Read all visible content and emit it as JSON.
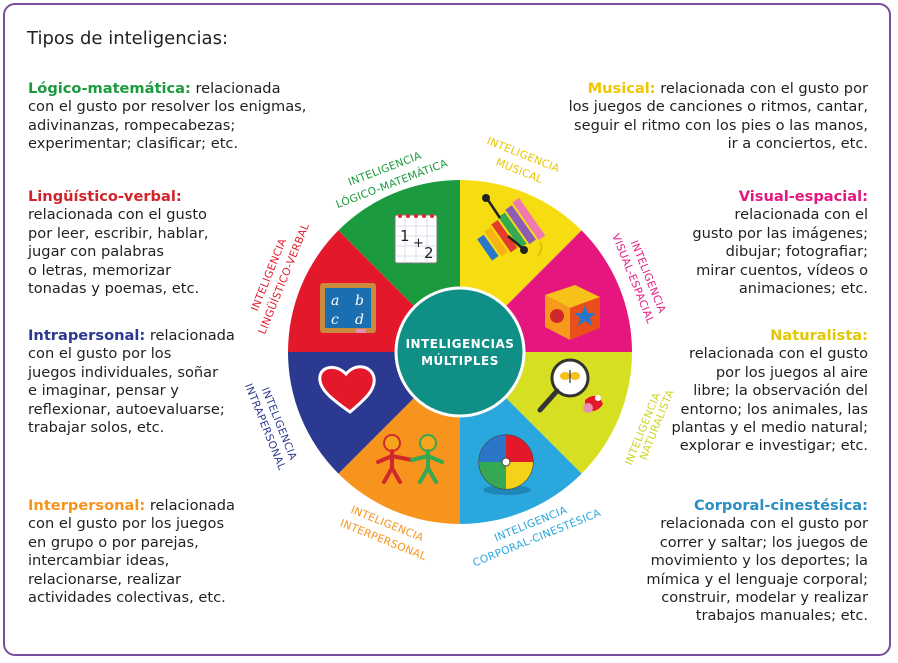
{
  "title": "Tipos de inteligencias:",
  "center": {
    "line1": "INTELIGENCIAS",
    "line2": "MÚLTIPLES"
  },
  "colors": {
    "logico": "#1b9a3e",
    "musical": "#f6dd12",
    "visual": "#e5177f",
    "naturalista": "#d7df23",
    "corporal": "#2aa8de",
    "interpersonal": "#f7941d",
    "intrapersonal": "#2b3990",
    "linguistico": "#e3192b",
    "center": "#0f8f86",
    "frame": "#7a4c9c"
  },
  "wheel_labels": {
    "logico": {
      "l1": "INTELIGENCIA",
      "l2": "LÓGICO-MATEMÁTICA"
    },
    "musical": {
      "l1": "INTELIGENCIA",
      "l2": "MUSICAL"
    },
    "visual": {
      "l1": "INTELIGENCIA",
      "l2": "VISUAL-ESPACIAL"
    },
    "naturalista": {
      "l1": "INTELIGENCIA",
      "l2": "NATURALISTA"
    },
    "corporal": {
      "l1": "INTELIGENCIA",
      "l2": "CORPORAL-CINESTÉSICA"
    },
    "interpersonal": {
      "l1": "INTELIGENCIA",
      "l2": "INTERPERSONAL"
    },
    "intrapersonal": {
      "l1": "INTELIGENCIA",
      "l2": "INTRAPERSONAL"
    },
    "linguistico": {
      "l1": "INTELIGENCIA",
      "l2": "LINGÜÍSTICO-VERBAL"
    }
  },
  "icons": {
    "logico": "math-card-icon",
    "musical": "xylophone-icon",
    "visual": "toy-cube-icon",
    "naturalista": "magnifier-butterfly-icon",
    "corporal": "beach-ball-icon",
    "interpersonal": "children-holding-hands-icon",
    "intrapersonal": "heart-icon",
    "linguistico": "chalkboard-icon"
  },
  "chalkboard": {
    "a": "a",
    "b": "b",
    "c": "c",
    "d": "d"
  },
  "math_card": {
    "one": "1",
    "plus": "+",
    "two": "2"
  },
  "descriptions": {
    "logico": {
      "head": "Lógico-matemática:",
      "lines": [
        "relacionada",
        "con el gusto por resolver los enigmas,",
        "adivinanzas, rompecabezas;",
        "experimentar; clasificar; etc."
      ]
    },
    "linguistico": {
      "head": "Lingüístico-verbal:",
      "lines": [
        "relacionada con el gusto",
        "por leer, escribir, hablar,",
        "jugar con palabras",
        "o letras, memorizar",
        "tonadas y poemas, etc."
      ]
    },
    "intrapersonal": {
      "head": "Intrapersonal:",
      "lines": [
        "relacionada",
        "con el gusto por los",
        "juegos individuales, soñar",
        "e imaginar, pensar y",
        "reflexionar, autoevaluarse;",
        "trabajar solos, etc."
      ]
    },
    "interpersonal": {
      "head": "Interpersonal:",
      "lines": [
        "relacionada",
        "con el gusto por los juegos",
        "en grupo o por parejas,",
        "intercambiar ideas,",
        "relacionarse, realizar",
        "actividades colectivas, etc."
      ]
    },
    "musical": {
      "head": "Musical:",
      "lines": [
        "relacionada con el gusto por",
        "los juegos de canciones o ritmos, cantar,",
        "seguir el ritmo con los pies o las manos,",
        "ir a conciertos, etc."
      ]
    },
    "visual": {
      "head": "Visual-espacial:",
      "lines": [
        "relacionada con el",
        "gusto por las imágenes;",
        "dibujar; fotografiar;",
        "mirar cuentos, vídeos o",
        "animaciones; etc."
      ]
    },
    "naturalista": {
      "head": "Naturalista:",
      "lines": [
        "relacionada con el gusto",
        "por los juegos al aire",
        "libre; la observación del",
        "entorno; los animales, las",
        "plantas y el medio natural;",
        "explorar e investigar; etc."
      ]
    },
    "corporal": {
      "head": "Corporal-cinestésica:",
      "lines": [
        "relacionada con el gusto por",
        "correr y saltar; los juegos de",
        "movimiento y los deportes; la",
        "mímica y el lenguaje corporal;",
        "construir, modelar y realizar",
        "trabajos manuales; etc."
      ]
    }
  }
}
